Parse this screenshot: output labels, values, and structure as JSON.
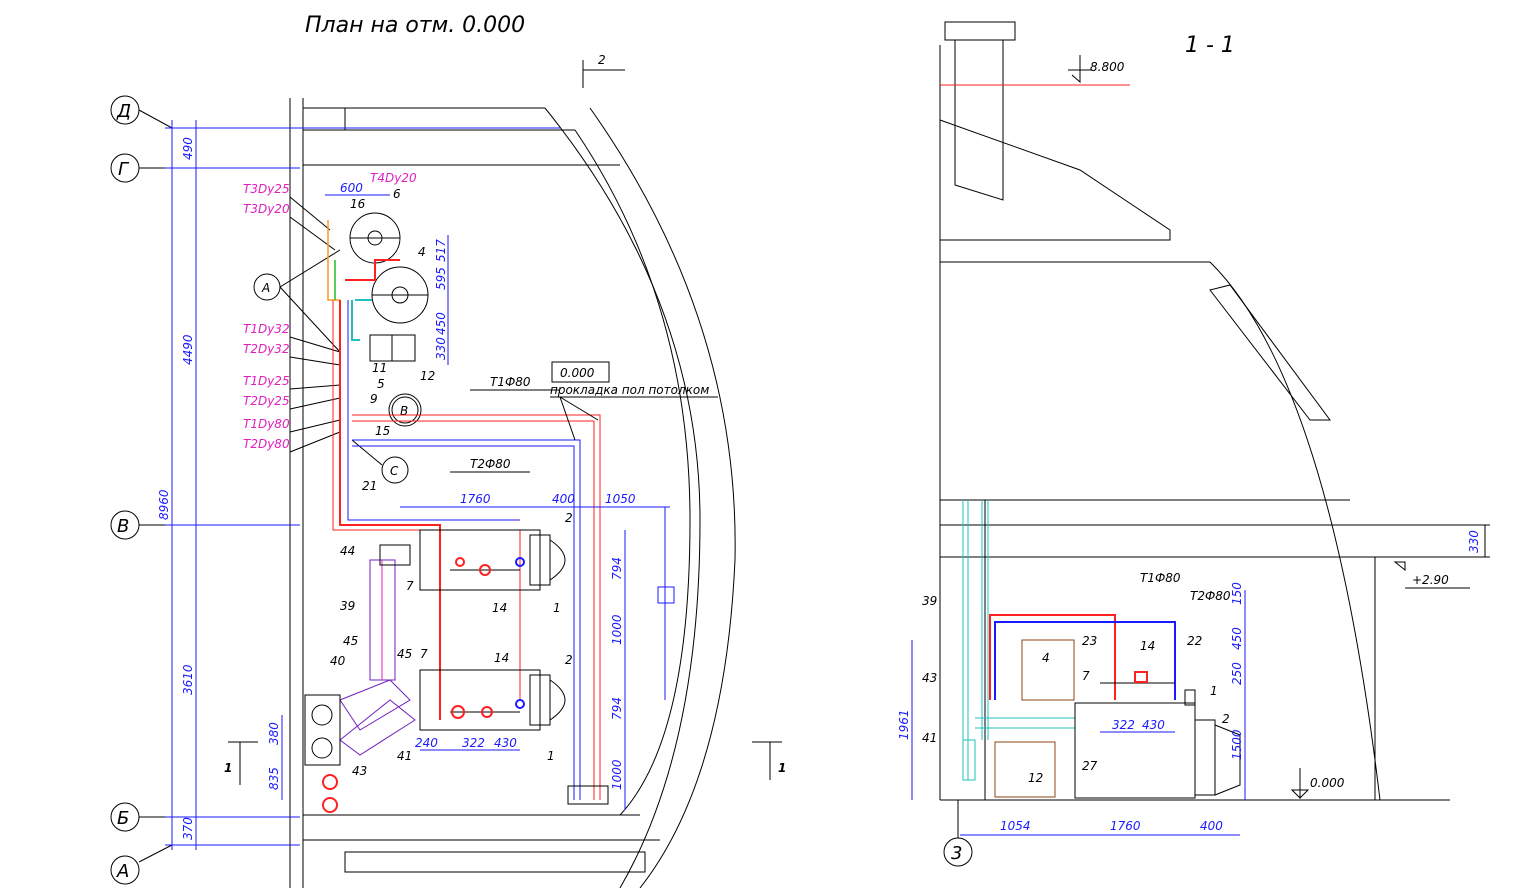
{
  "plan": {
    "title": "План на отм. 0.000",
    "section_mark": "2",
    "section_cut": "1",
    "axes": [
      "Д",
      "Г",
      "В",
      "Б",
      "А"
    ],
    "dims_vertical": [
      "490",
      "4490",
      "8960",
      "3610",
      "370",
      "380",
      "835"
    ],
    "dims_right": [
      "517",
      "595",
      "450",
      "330",
      "794",
      "1000",
      "794",
      "1000"
    ],
    "dims_horizontal": [
      "600",
      "1760",
      "400",
      "1050",
      "240",
      "322",
      "430"
    ],
    "pipe_labels": [
      "T3Dy25",
      "T3Dy20",
      "T4Dy20",
      "T1Dy32",
      "T2Dy32",
      "T1Dy25",
      "T2Dy25",
      "T1Dy80",
      "T2Dy80"
    ],
    "pipe_labels_main": [
      "T1Ф80",
      "T2Ф80"
    ],
    "level_box": "0.000",
    "laying_note": "прокладка пол потолком",
    "callouts": [
      "A",
      "B",
      "C"
    ],
    "positions": [
      "16",
      "6",
      "4",
      "11",
      "5",
      "9",
      "15",
      "12",
      "21",
      "44",
      "39",
      "45",
      "40",
      "45",
      "43",
      "41",
      "7",
      "7",
      "14",
      "14",
      "2",
      "2",
      "1",
      "1"
    ]
  },
  "section": {
    "title": "1 - 1",
    "elev_top": "8.800",
    "elev_mid": "+2.90",
    "elev_floor": "0.000",
    "dim_330": "330",
    "pipe_labels": [
      "T1Ф80",
      "T2Ф80"
    ],
    "dims_vertical_left": [
      "1961"
    ],
    "dims_vertical_right": [
      "150",
      "450",
      "250",
      "1500"
    ],
    "dims_horizontal": [
      "1054",
      "1760",
      "400",
      "322",
      "430"
    ],
    "positions": [
      "39",
      "43",
      "41",
      "4",
      "23",
      "14",
      "22",
      "7",
      "1",
      "2",
      "12",
      "27"
    ],
    "axis": "3"
  },
  "colors": {
    "dim": "#1a1aff",
    "supply": "#ff2020",
    "return": "#1a1aff",
    "label": "#e020c0",
    "vent": "#20c0c0"
  }
}
